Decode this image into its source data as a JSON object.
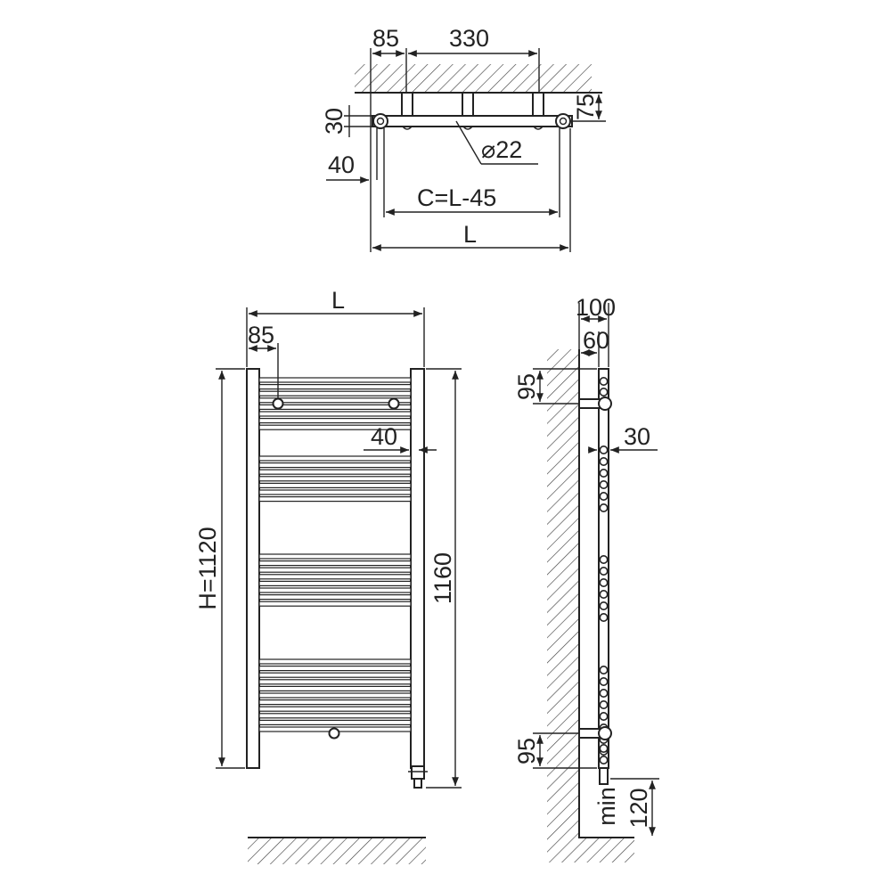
{
  "top_view": {
    "dim_85": "85",
    "dim_330": "330",
    "dim_75": "75",
    "dim_30": "30",
    "dim_pipe": "⌀22",
    "dim_40": "40",
    "dim_c": "C=L-45",
    "dim_l": "L"
  },
  "front_view": {
    "dim_l": "L",
    "dim_85": "85",
    "dim_40": "40",
    "dim_h": "H=1120",
    "dim_1160": "1160"
  },
  "side_view": {
    "dim_100": "100",
    "dim_60": "60",
    "dim_95_top": "95",
    "dim_30": "30",
    "dim_95_bottom": "95",
    "dim_min": "min",
    "dim_120": "120"
  }
}
